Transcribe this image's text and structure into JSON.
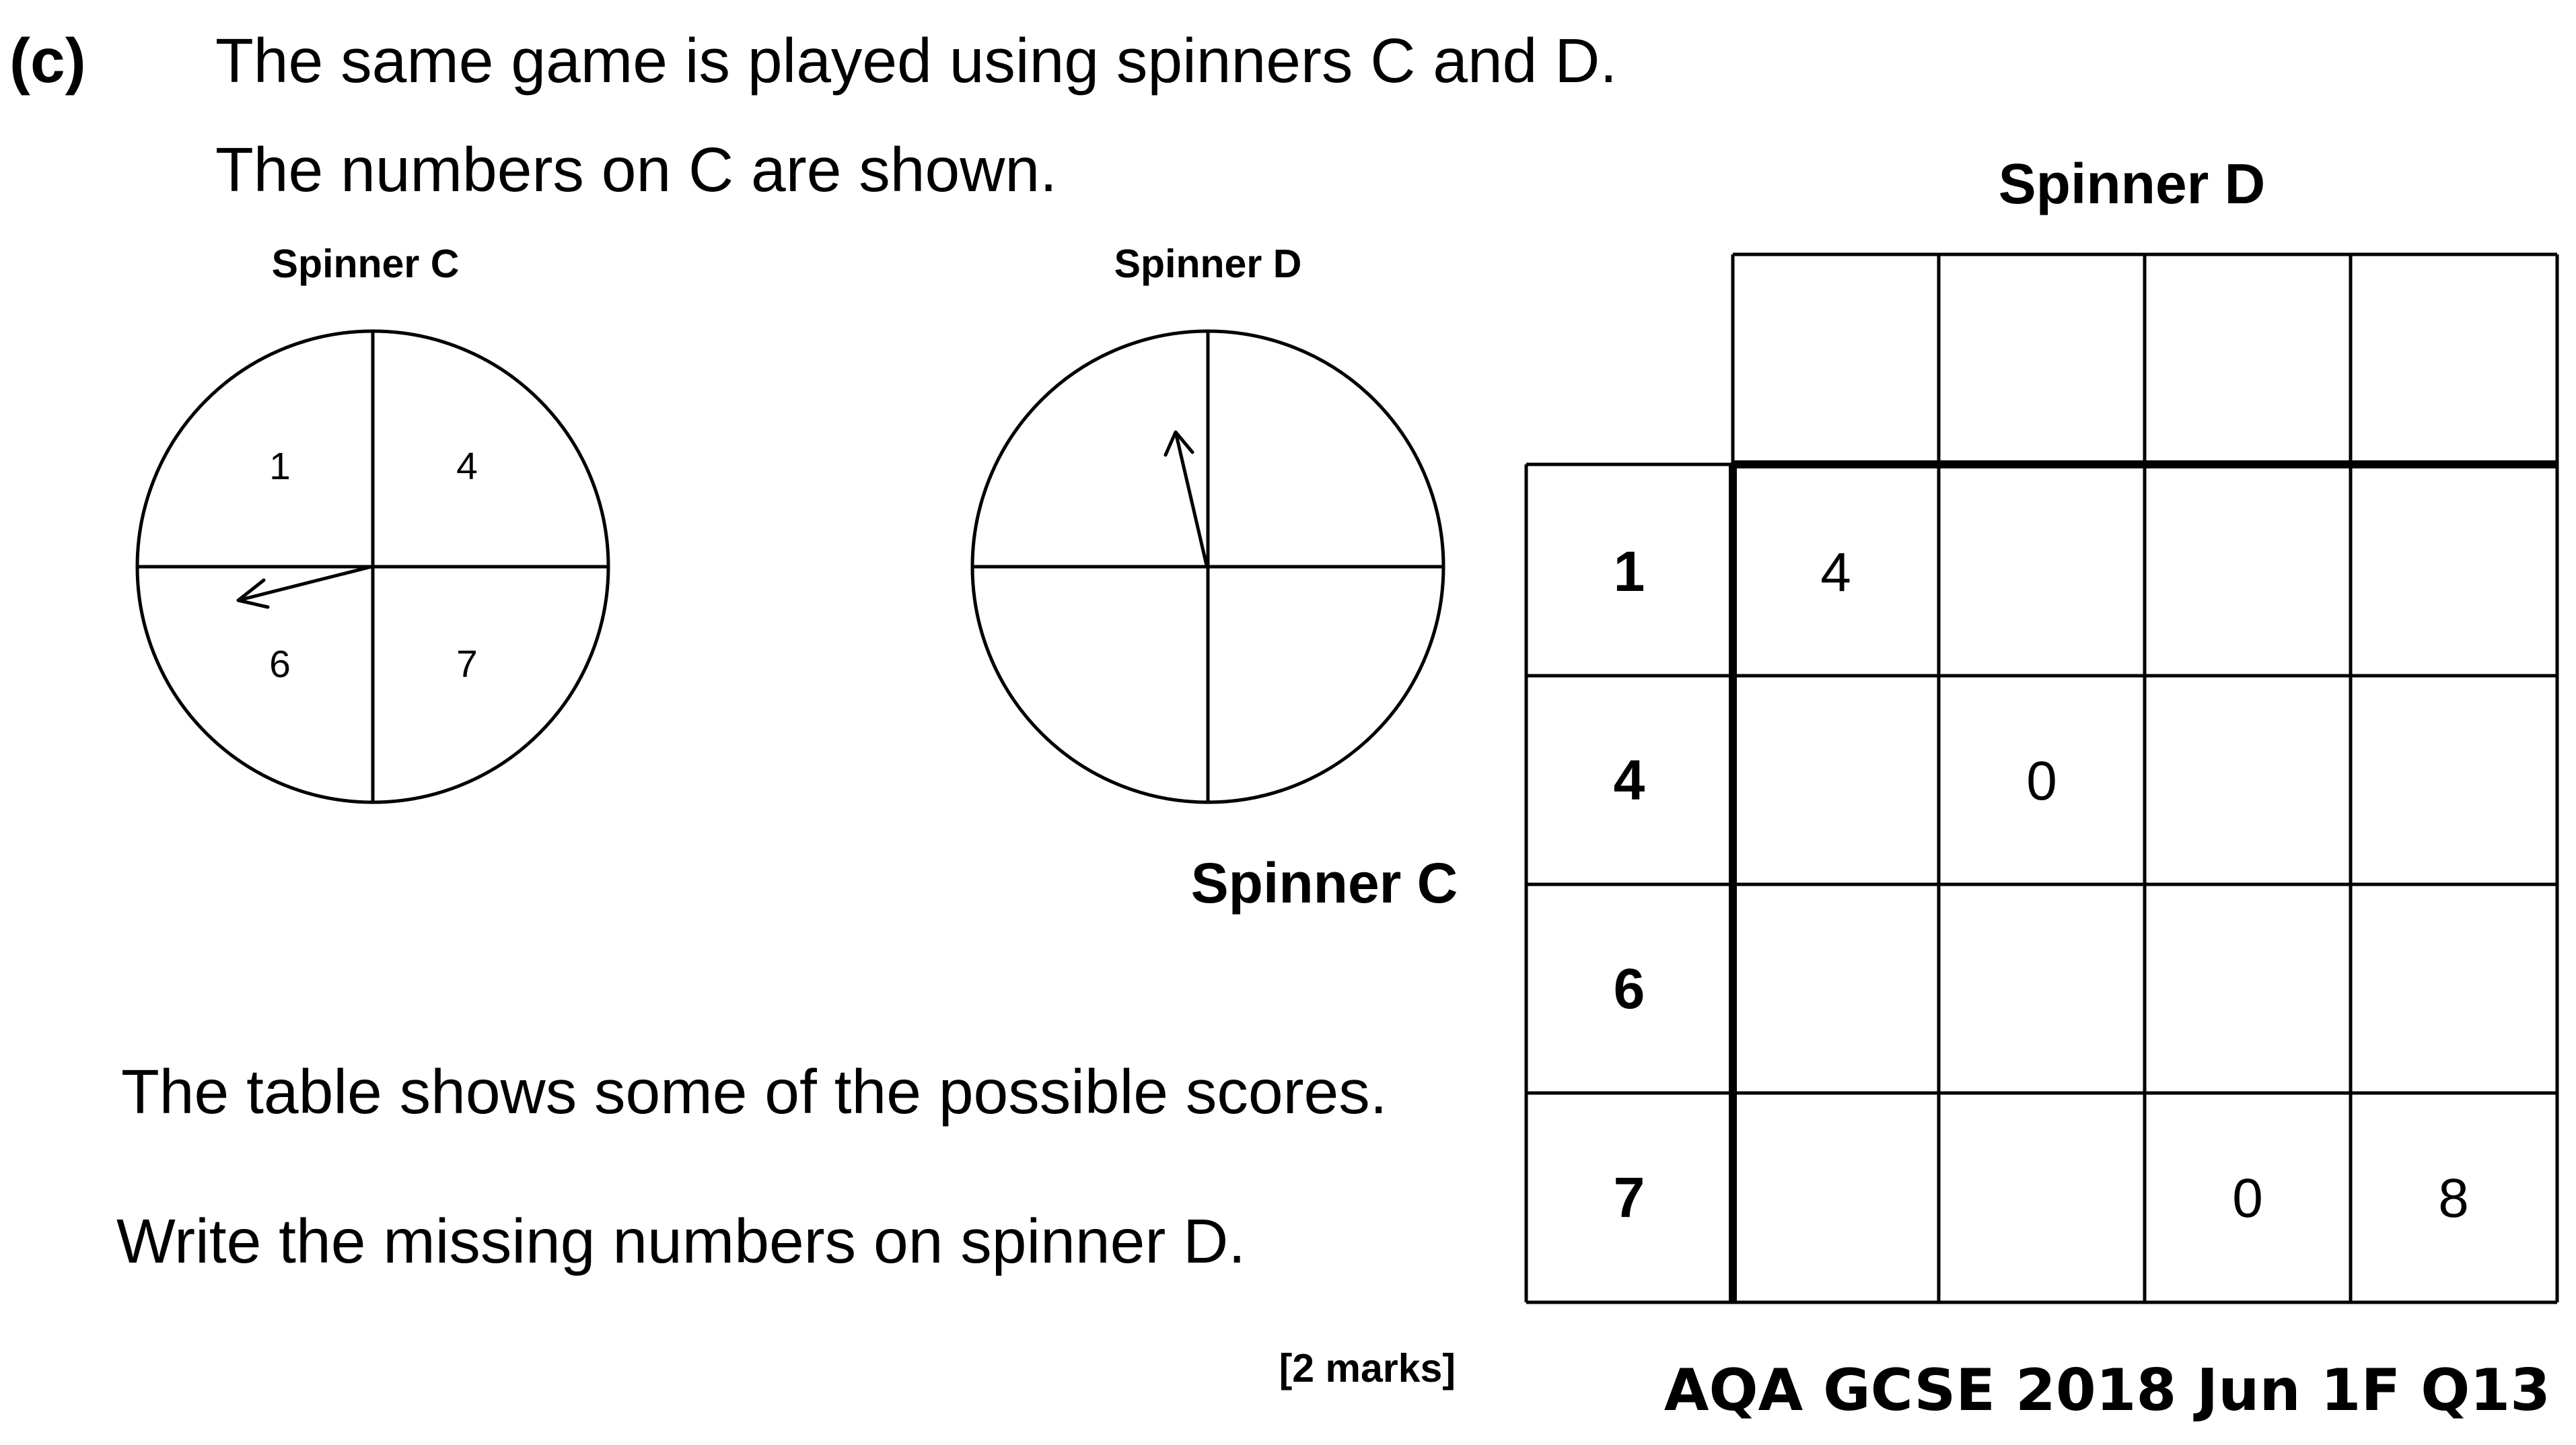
{
  "question": {
    "part_label": "(c)",
    "line1": "The same game is played using spinners C and D.",
    "line2": "The numbers on C are shown.",
    "line3": "The table shows some of the possible scores.",
    "line4": "Write the missing numbers on spinner D.",
    "marks": "[2 marks]"
  },
  "spinner_c": {
    "title": "Spinner C",
    "sectors": {
      "top_left": "1",
      "top_right": "4",
      "bottom_left": "6",
      "bottom_right": "7"
    }
  },
  "spinner_d": {
    "title": "Spinner D"
  },
  "table": {
    "column_title": "Spinner D",
    "row_title": "Spinner C",
    "column_headers": [
      "",
      "",
      "",
      ""
    ],
    "rows": [
      {
        "header": "1",
        "cells": [
          "4",
          "",
          "",
          ""
        ]
      },
      {
        "header": "4",
        "cells": [
          "",
          "0",
          "",
          ""
        ]
      },
      {
        "header": "6",
        "cells": [
          "",
          "",
          "",
          ""
        ]
      },
      {
        "header": "7",
        "cells": [
          "",
          "",
          "0",
          "8"
        ]
      }
    ]
  },
  "source": "AQA GCSE 2018 Jun 1F Q13"
}
